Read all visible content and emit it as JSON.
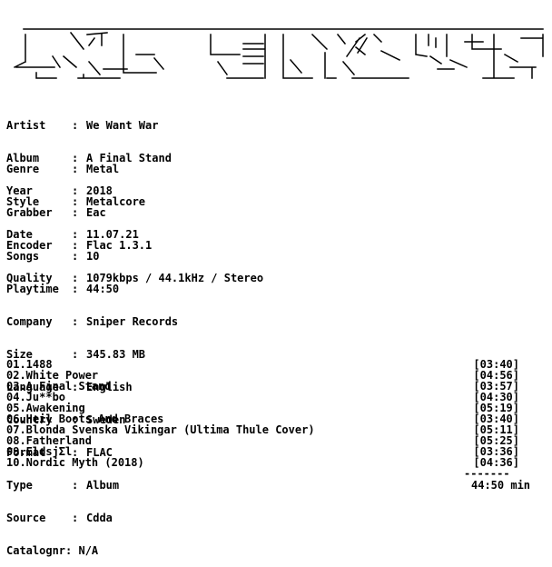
{
  "info_blocks": [
    [
      {
        "key": "Artist",
        "value": "We Want War"
      },
      {
        "key": "Album",
        "value": "A Final Stand"
      },
      {
        "key": "Year",
        "value": "2018"
      }
    ],
    [
      {
        "key": "Genre",
        "value": "Metal"
      },
      {
        "key": "Style",
        "value": "Metalcore"
      },
      {
        "key": "Date",
        "value": "11.07.21"
      }
    ],
    [
      {
        "key": "Grabber",
        "value": "Eac"
      },
      {
        "key": "Encoder",
        "value": "Flac 1.3.1"
      },
      {
        "key": "Quality",
        "value": "1079kbps / 44.1kHz / Stereo"
      }
    ],
    [
      {
        "key": "Songs",
        "value": "10"
      },
      {
        "key": "Playtime",
        "value": "44:50"
      },
      {
        "key": "Company",
        "value": "Sniper Records"
      },
      {
        "key": "Size",
        "value": "345.83 MB"
      },
      {
        "key": "Language",
        "value": "English"
      },
      {
        "key": "Country",
        "value": "Sweden"
      },
      {
        "key": "Format",
        "value": "FLAC"
      },
      {
        "key": "Type",
        "value": "Album"
      },
      {
        "key": "Source",
        "value": "Cdda"
      },
      {
        "key": "Catalognr",
        "value": "N/A"
      }
    ]
  ],
  "tracks": [
    {
      "title": "01.1488",
      "duration": "[03:40]"
    },
    {
      "title": "02.White Power",
      "duration": "[04:56]"
    },
    {
      "title": "03.A Final Stand",
      "duration": "[03:57]"
    },
    {
      "title": "04.Ju**bo",
      "duration": "[04:30]"
    },
    {
      "title": "05.Awakening",
      "duration": "[05:19]"
    },
    {
      "title": "06.Heil Boots And Braces",
      "duration": "[03:40]"
    },
    {
      "title": "07.Blonda Svenska Vikingar (Ultima Thule Cover)",
      "duration": "[05:11]"
    },
    {
      "title": "08.Fatherland",
      "duration": "[05:25]"
    },
    {
      "title": "09.EldsjΣl",
      "duration": "[03:36]"
    },
    {
      "title": "10.Nordic Myth (2018)",
      "duration": "[04:36]"
    }
  ],
  "separator": "-------",
  "total": "44:50 min"
}
